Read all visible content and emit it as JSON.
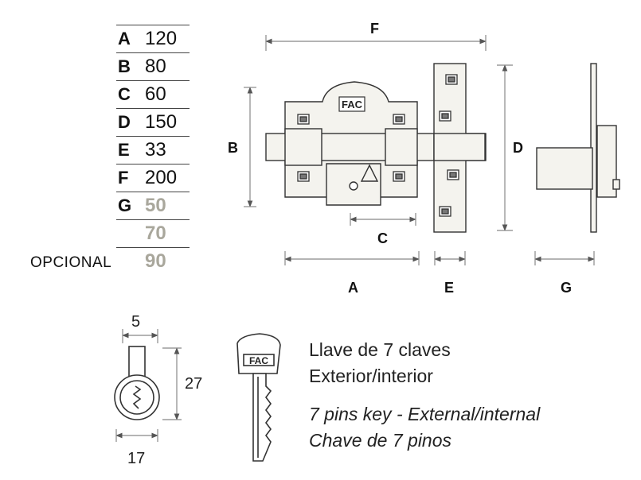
{
  "specs": [
    {
      "letter": "A",
      "value": "120"
    },
    {
      "letter": "B",
      "value": "80"
    },
    {
      "letter": "C",
      "value": "60"
    },
    {
      "letter": "D",
      "value": "150"
    },
    {
      "letter": "E",
      "value": "33"
    },
    {
      "letter": "F",
      "value": "200"
    },
    {
      "letter": "G",
      "value": "50"
    }
  ],
  "g_extra_values": [
    "70",
    "90"
  ],
  "optional_label": "OPCIONAL",
  "drawing_labels": {
    "A": "A",
    "B": "B",
    "C": "C",
    "D": "D",
    "E": "E",
    "F": "F",
    "G": "G"
  },
  "brand_text": "FAC",
  "cylinder": {
    "top": "5",
    "side": "27",
    "bottom": "17"
  },
  "description": {
    "line1": "Llave de 7 claves",
    "line2": "Exterior/interior",
    "line3": "7 pins key - External/internal",
    "line4": "Chave de 7 pinos"
  },
  "colors": {
    "line": "#333333",
    "gray_value": "#a9a79c",
    "fill": "#f4f3ee"
  }
}
